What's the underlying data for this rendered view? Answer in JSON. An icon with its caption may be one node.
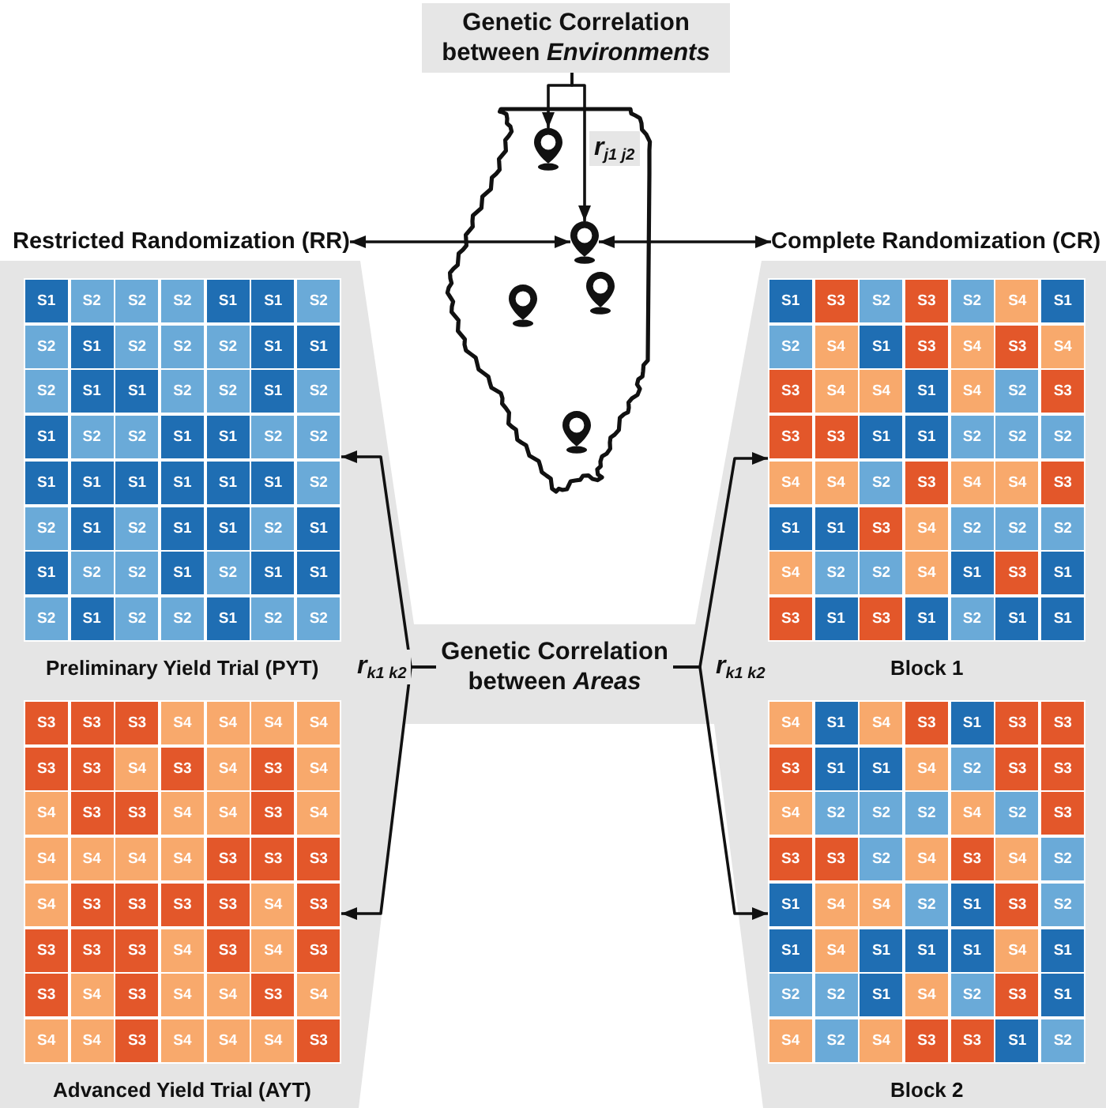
{
  "diagram": {
    "nodes": [
      {
        "text": [
          "Genetic Correlation between *Environments*"
        ]
      },
      {
        "text": [],
        "shape": "picture"
      },
      {
        "text": [],
        "shape": "pin",
        "in": 1
      },
      {
        "text": [],
        "shape": "pin",
        "in": 1
      },
      {
        "text": [],
        "shape": "pin",
        "in": 1
      },
      {
        "text": [],
        "shape": "pin",
        "in": 1
      },
      {
        "text": [],
        "shape": "pin",
        "in": 1
      },
      {
        "text": [
          "Restricted Randomization (RR)"
        ]
      },
      {
        "text": [
          "Complete Randomization (CR)"
        ]
      },
      {
        "text": [],
        "shape": "band"
      },
      {
        "text": [
          "Preliminary Yield Trial (PYT)"
        ],
        "in": 9
      },
      {
        "text": [
          "Block 1"
        ],
        "in": 9
      },
      {
        "text": [
          "Genetic Correlation between *Areas*"
        ],
        "in": 9
      },
      {
        "text": [
          "Advanced Yield Trial (AYT)"
        ],
        "in": 9
      },
      {
        "text": [
          "Block 2"
        ],
        "in": 9
      }
    ],
    "edges": [
      {
        "from": 0,
        "to": 2,
        "arrow": "to"
      },
      {
        "from": 0,
        "to": 3,
        "arrow": "to",
        "label": "r$_{j1 j2}$"
      },
      {
        "from": 7,
        "to": 3,
        "arrow": "both"
      },
      {
        "from": 3,
        "to": 8,
        "arrow": "both"
      },
      {
        "from": 12,
        "to": 10,
        "arrow": "to",
        "label": "r$_{k1 k2}$"
      },
      {
        "from": 12,
        "to": 13,
        "arrow": "to"
      },
      {
        "from": 12,
        "to": 11,
        "arrow": "to",
        "label": "r$_{k1 k2}$"
      },
      {
        "from": 12,
        "to": 14,
        "arrow": "to"
      }
    ],
    "labels": [
      "S1",
      "S2",
      "S2",
      "S2",
      "S1",
      "S1",
      "S2",
      "S2",
      "S1",
      "S2",
      "S2",
      "S2",
      "S1",
      "S1",
      "S2",
      "S1",
      "S1",
      "S2",
      "S2",
      "S1",
      "S2",
      "S1",
      "S2",
      "S2",
      "S1",
      "S1",
      "S2",
      "S2",
      "S1",
      "S1",
      "S1",
      "S1",
      "S1",
      "S1",
      "S2",
      "S2",
      "S1",
      "S2",
      "S1",
      "S1",
      "S2",
      "S1",
      "S1",
      "S2",
      "S2",
      "S1",
      "S2",
      "S1",
      "S1",
      "S2",
      "S1",
      "S2",
      "S2",
      "S1",
      "S2",
      "S2",
      "S1",
      "S3",
      "S2",
      "S3",
      "S2",
      "S4",
      "S1",
      "S2",
      "S4",
      "S1",
      "S3",
      "S4",
      "S3",
      "S4",
      "S3",
      "S4",
      "S4",
      "S1",
      "S4",
      "S2",
      "S3",
      "S3",
      "S3",
      "S1",
      "S1",
      "S2",
      "S2",
      "S2",
      "S4",
      "S4",
      "S2",
      "S3",
      "S4",
      "S4",
      "S3",
      "S1",
      "S1",
      "S3",
      "S4",
      "S2",
      "S2",
      "S2",
      "S4",
      "S2",
      "S2",
      "S4",
      "S1",
      "S3",
      "S1",
      "S3",
      "S1",
      "S3",
      "S1",
      "S2",
      "S1",
      "S1",
      "S3",
      "S3",
      "S3",
      "S4",
      "S4",
      "S4",
      "S4",
      "S3",
      "S3",
      "S4",
      "S3",
      "S4",
      "S3",
      "S4",
      "S4",
      "S3",
      "S3",
      "S4",
      "S4",
      "S3",
      "S4",
      "S4",
      "S4",
      "S4",
      "S4",
      "S3",
      "S3",
      "S3",
      "S4",
      "S3",
      "S3",
      "S3",
      "S3",
      "S4",
      "S3",
      "S3",
      "S3",
      "S3",
      "S4",
      "S3",
      "S4",
      "S3",
      "S3",
      "S4",
      "S3",
      "S4",
      "S4",
      "S3",
      "S4",
      "S4",
      "S4",
      "S3",
      "S4",
      "S4",
      "S4",
      "S3",
      "S4",
      "S1",
      "S4",
      "S3",
      "S1",
      "S3",
      "S3",
      "S3",
      "S1",
      "S1",
      "S4",
      "S2",
      "S3",
      "S3",
      "S4",
      "S2",
      "S2",
      "S2",
      "S4",
      "S2",
      "S3",
      "S3",
      "S3",
      "S2",
      "S4",
      "S3",
      "S4",
      "S2",
      "S1",
      "S4",
      "S4",
      "S2",
      "S1",
      "S3",
      "S2",
      "S1",
      "S4",
      "S1",
      "S1",
      "S1",
      "S4",
      "S1",
      "S2",
      "S2",
      "S1",
      "S4",
      "S2",
      "S3",
      "S1",
      "S4",
      "S2",
      "S4",
      "S3",
      "S3",
      "S1",
      "S2"
    ]
  }
}
